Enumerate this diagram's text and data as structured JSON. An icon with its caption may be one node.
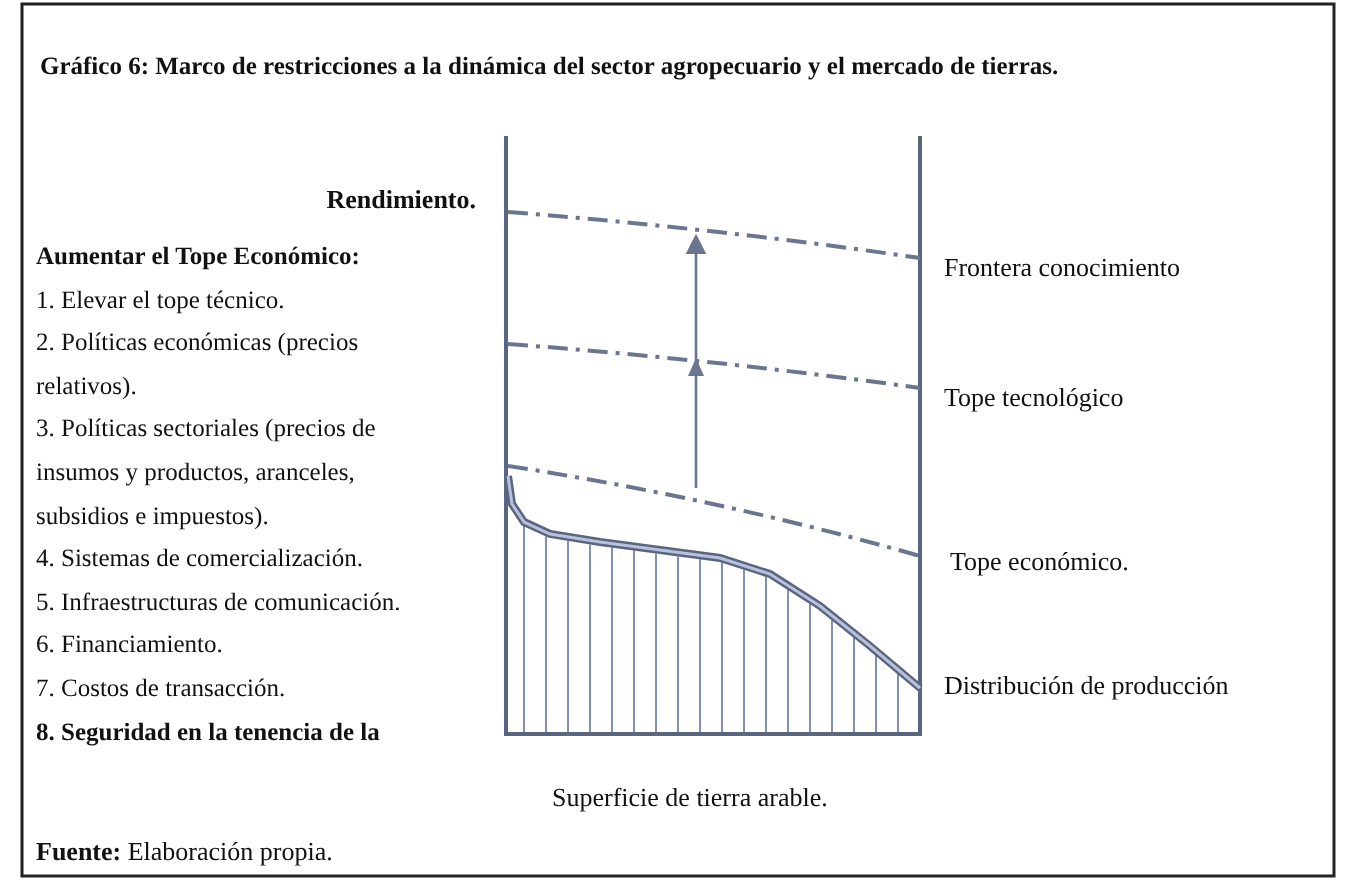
{
  "diagram": {
    "title": "Gráfico 6: Marco de restricciones a la dinámica del sector agropecuario y el mercado de tierras.",
    "caption": "**Fuente:** Elaboración propia.",
    "labels": [
      "Rendimiento.",
      "Aumentar el Tope Económico:",
      "1. Elevar el tope técnico.",
      "2. Políticas económicas (precios relativos).",
      "3. Políticas sectoriales (precios de insumos y productos, aranceles, subsidios e impuestos).",
      "4. Sistemas de comercialización.",
      "5. Infraestructuras de comunicación.",
      "6. Financiamiento.",
      "7. Costos de transacción.",
      "8.  Seguridad en la tenencia de la",
      "Frontera conocimiento",
      "Tope tecnológico",
      "Tope económico.",
      "Distribución de producción",
      "Superficie de tierra arable."
    ]
  }
}
